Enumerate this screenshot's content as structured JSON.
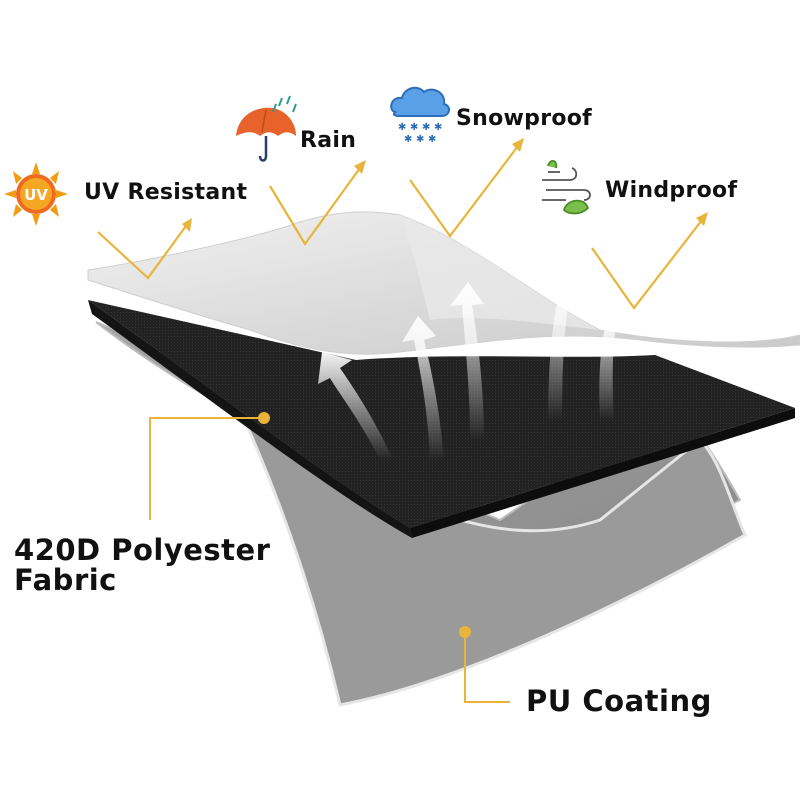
{
  "features": {
    "uv": {
      "label": "UV Resistant",
      "badge": "UV",
      "icon": "uv-sun-icon"
    },
    "rain": {
      "label": "Rain",
      "icon": "umbrella-rain-icon"
    },
    "snow": {
      "label": "Snowproof",
      "icon": "snow-cloud-icon"
    },
    "wind": {
      "label": "Windproof",
      "icon": "wind-leaf-icon"
    }
  },
  "layers": {
    "fabric": {
      "label_line1": "420D Polyester",
      "label_line2": "Fabric"
    },
    "coating": {
      "label": "PU Coating"
    }
  },
  "colors": {
    "arrow": "#e8b43a",
    "fabric": "#1e1e1e",
    "coating": "#8f8f8f",
    "film": "#d6d6d6",
    "sun": "#f39c12",
    "umbrella": "#e8632b",
    "cloud": "#4a90d9"
  }
}
